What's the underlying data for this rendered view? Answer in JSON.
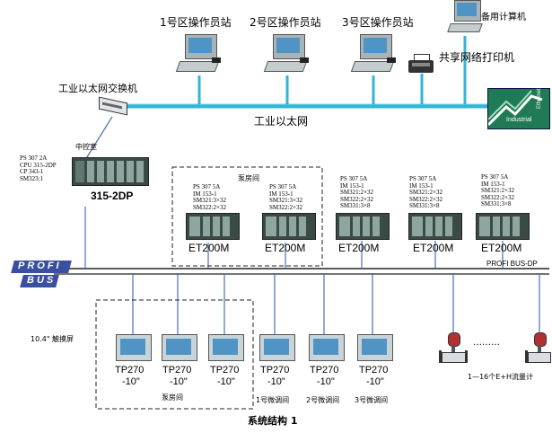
{
  "operator_stations": [
    {
      "label": "1号区操作员站"
    },
    {
      "label": "2号区操作员站"
    },
    {
      "label": "3号区操作员站"
    }
  ],
  "backup_computer": "备用计算机",
  "shared_printer": "共享网络打印机",
  "ethernet_switch": "工业以太网交换机",
  "ethernet_label": "工业以太网",
  "industrial_ethernet_logo": {
    "line1": "Industrial",
    "line2": "Ethernet"
  },
  "control_room": {
    "label": "中控室",
    "specs": [
      "PS 307 2A",
      "CPU 315-2DP",
      "CP 343-1",
      "SM323:1"
    ],
    "cpu_label": "315-2DP"
  },
  "pump_room_remote": {
    "group_label": "泵房间",
    "stations": [
      {
        "specs": [
          "PS 307 5A",
          "IM 153-1",
          "SM321:3×32",
          "SM322:2×32"
        ],
        "name": "ET200M"
      },
      {
        "specs": [
          "PS 307 5A",
          "IM 153-1",
          "SM321:3×32",
          "SM322:2×32"
        ],
        "name": "ET200M"
      }
    ]
  },
  "remote_stations": [
    {
      "specs": [
        "PS 307 5A",
        "IM 153-1",
        "SM321:2×32",
        "SM322:2×32",
        "SM331:3×8"
      ],
      "name": "ET200M"
    },
    {
      "specs": [
        "PS 307 5A",
        "IM 153-1",
        "SM321:2×32",
        "SM322:2×32",
        "SM331:3×8"
      ],
      "name": "ET200M"
    },
    {
      "specs": [
        "PS 307 5A",
        "IM 153-1",
        "SM321:2×32",
        "SM322:2×32",
        "SM331:3×8"
      ],
      "name": "ET200M"
    }
  ],
  "profibus_logo": {
    "top": "PROFI",
    "bottom": "BUS"
  },
  "profibus_label": "PROFI BUS-DP",
  "touchscreen_label": "10.4\"  触摸屏",
  "touch_panels": [
    {
      "model": "TP270",
      "size": "-10\""
    },
    {
      "model": "TP270",
      "size": "-10\""
    },
    {
      "model": "TP270",
      "size": "-10\""
    },
    {
      "model": "TP270",
      "size": "-10\""
    },
    {
      "model": "TP270",
      "size": "-10\""
    },
    {
      "model": "TP270",
      "size": "-10\""
    }
  ],
  "panel_group_labels": [
    "泵房间",
    "1号微调间",
    "2号微调间",
    "3号微调间"
  ],
  "flowmeter_dots": "………",
  "flowmeter_label": "1—16个E+H流量计",
  "caption": "系统结构 1",
  "colors": {
    "ethernet": "#33b5d6",
    "profibus_logo": "#3a4fa0",
    "monitor_bezel": "#9ab0b8",
    "screen": "#4f94c4",
    "rack": "#3a4a44"
  }
}
